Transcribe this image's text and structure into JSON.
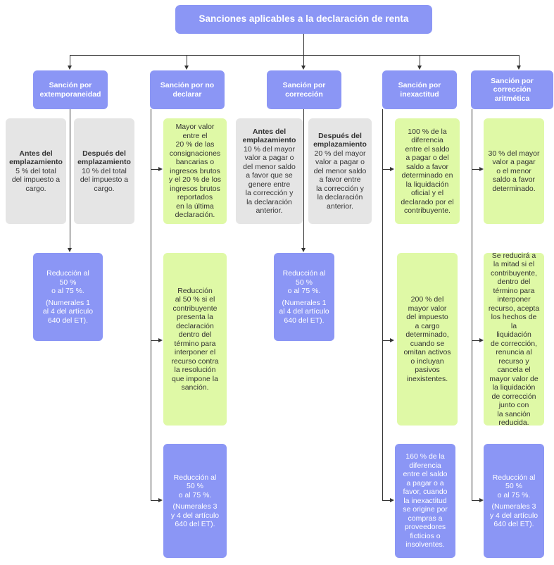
{
  "title": "Sanciones aplicables a la declaración de renta",
  "columns": [
    {
      "header": "Sanción por\nextemporaneidad",
      "before": {
        "title": "Antes del\nemplazamiento",
        "text": "5 % del total\ndel impuesto a\ncargo."
      },
      "after": {
        "title": "Después del\nemplazamiento",
        "text": "10 % del total\ndel impuesto a\ncargo."
      },
      "reduction": {
        "text": "Reducción al\n50 %\no al 75 %.",
        "note": "(Numerales 1\nal 4 del artículo\n640 del ET)."
      }
    },
    {
      "header": "Sanción por no\ndeclarar",
      "green1": "Mayor valor\nentre el\n20 % de las\nconsignaciones\nbancarias o\ningresos brutos\ny el 20 % de los\ningresos brutos\nreportados\nen la última\ndeclaración.",
      "green2": "Reducción\nal 50 % si el\ncontribuyente\npresenta la\ndeclaración\ndentro del\ntérmino para\ninterponer el\nrecurso contra\nla resolución\nque impone la\nsanción.",
      "reduction": {
        "text": "Reducción al\n50 %\no al 75 %.",
        "note": "(Numerales 3\ny 4 del artículo\n640 del ET)."
      }
    },
    {
      "header": "Sanción por\ncorrección",
      "before": {
        "title": "Antes del\nemplazamiento",
        "text": "10 % del mayor\nvalor a pagar o\ndel menor saldo\na favor que se\ngenere entre\nla corrección y\nla declaración\nanterior."
      },
      "after": {
        "title": "Después del\nemplazamiento",
        "text": "20 % del mayor\nvalor a pagar o\ndel menor saldo\na favor entre\nla corrección y\nla declaración\nanterior."
      },
      "reduction": {
        "text": "Reducción al\n50 %\no al 75 %.",
        "note": "(Numerales 1\nal 4 del artículo\n640 del ET)."
      }
    },
    {
      "header": "Sanción por\ninexactitud",
      "green1": "100 % de la\ndiferencia\nentre el saldo\na pagar o del\nsaldo a favor\ndeterminado en\nla liquidación\noficial y el\ndeclarado por el\ncontribuyente.",
      "green2": "200 % del\nmayor valor\ndel impuesto\na cargo\ndeterminado,\ncuando se\nomitan activos\no incluyan\npasivos\ninexistentes.",
      "blue": "160 % de la\ndiferencia\nentre el saldo\na pagar o a\nfavor, cuando\nla inexactitud\nse origine por\ncompras a\nproveedores\nficticios o\ninsolventes."
    },
    {
      "header": "Sanción por\ncorrección\naritmética",
      "green1": "30 % del mayor\nvalor a pagar\no el menor\nsaldo a favor\ndeterminado.",
      "green2": "Se reducirá a\nla mitad si el\ncontribuyente,\ndentro del\ntérmino para\ninterponer\nrecurso, acepta\nlos hechos de la\nliquidación\nde corrección,\nrenuncia al\nrecurso y\ncancela el\nmayor valor de\nla liquidación\nde corrección\njunto con\nla sanción\nreducida.",
      "reduction": {
        "text": "Reducción al\n50 %\no al 75 %.",
        "note": "(Numerales 3\ny 4 del artículo\n640 del ET)."
      }
    }
  ]
}
